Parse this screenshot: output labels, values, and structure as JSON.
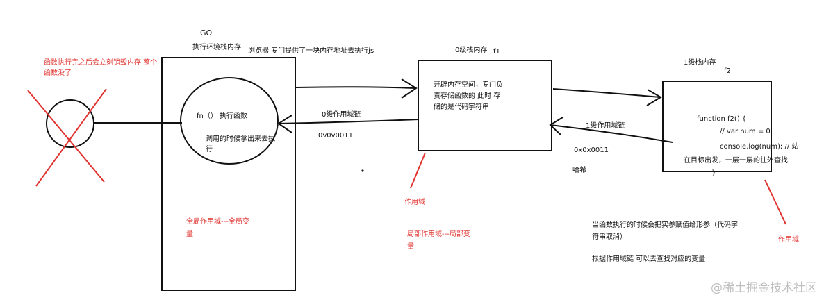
{
  "colors": {
    "ink": "#111111",
    "annotation_red": "#e0332f",
    "watermark": "#bfbfbf"
  },
  "go": {
    "label": "GO",
    "subtitle": "执行环境栈内存",
    "browser_note": "浏览器 专门提供了一块内存地址去执行js",
    "fn_line": "fn（）  执行函数",
    "fn_note": "调用的时候拿出来去执行",
    "global_scope": "全局作用域---全局变量"
  },
  "destroyed_note": "函数执行完之后会立刻销毁内存 整个函数没了",
  "link0": {
    "label": "0级作用域链",
    "address": "0v0v0011"
  },
  "stack0": {
    "title": "0级栈内存",
    "name": "f1",
    "body": "开辟内存空间，专门负责存储函数的 此时 存储的是代码字符串",
    "scope_label": "作用域",
    "local_scope": "局部作用域---局部变量"
  },
  "link1": {
    "label": "1级作用域链",
    "address": "0x0x0011",
    "hash": "哈希"
  },
  "stack1": {
    "title": "1级栈内存",
    "name": "f2",
    "code": [
      "function f2() {",
      "// var num = 0;",
      "console.log(num); // 站",
      "在目标出发，一层一层的往外查找",
      "}"
    ],
    "scope_label": "作用域"
  },
  "notes": {
    "arg_passing": "当函数执行的时候会把实参赋值给形参（代码字符串取消）",
    "lookup": "根据作用域链 可以去查找对应的变量"
  },
  "watermark": "@稀土掘金技术社区"
}
